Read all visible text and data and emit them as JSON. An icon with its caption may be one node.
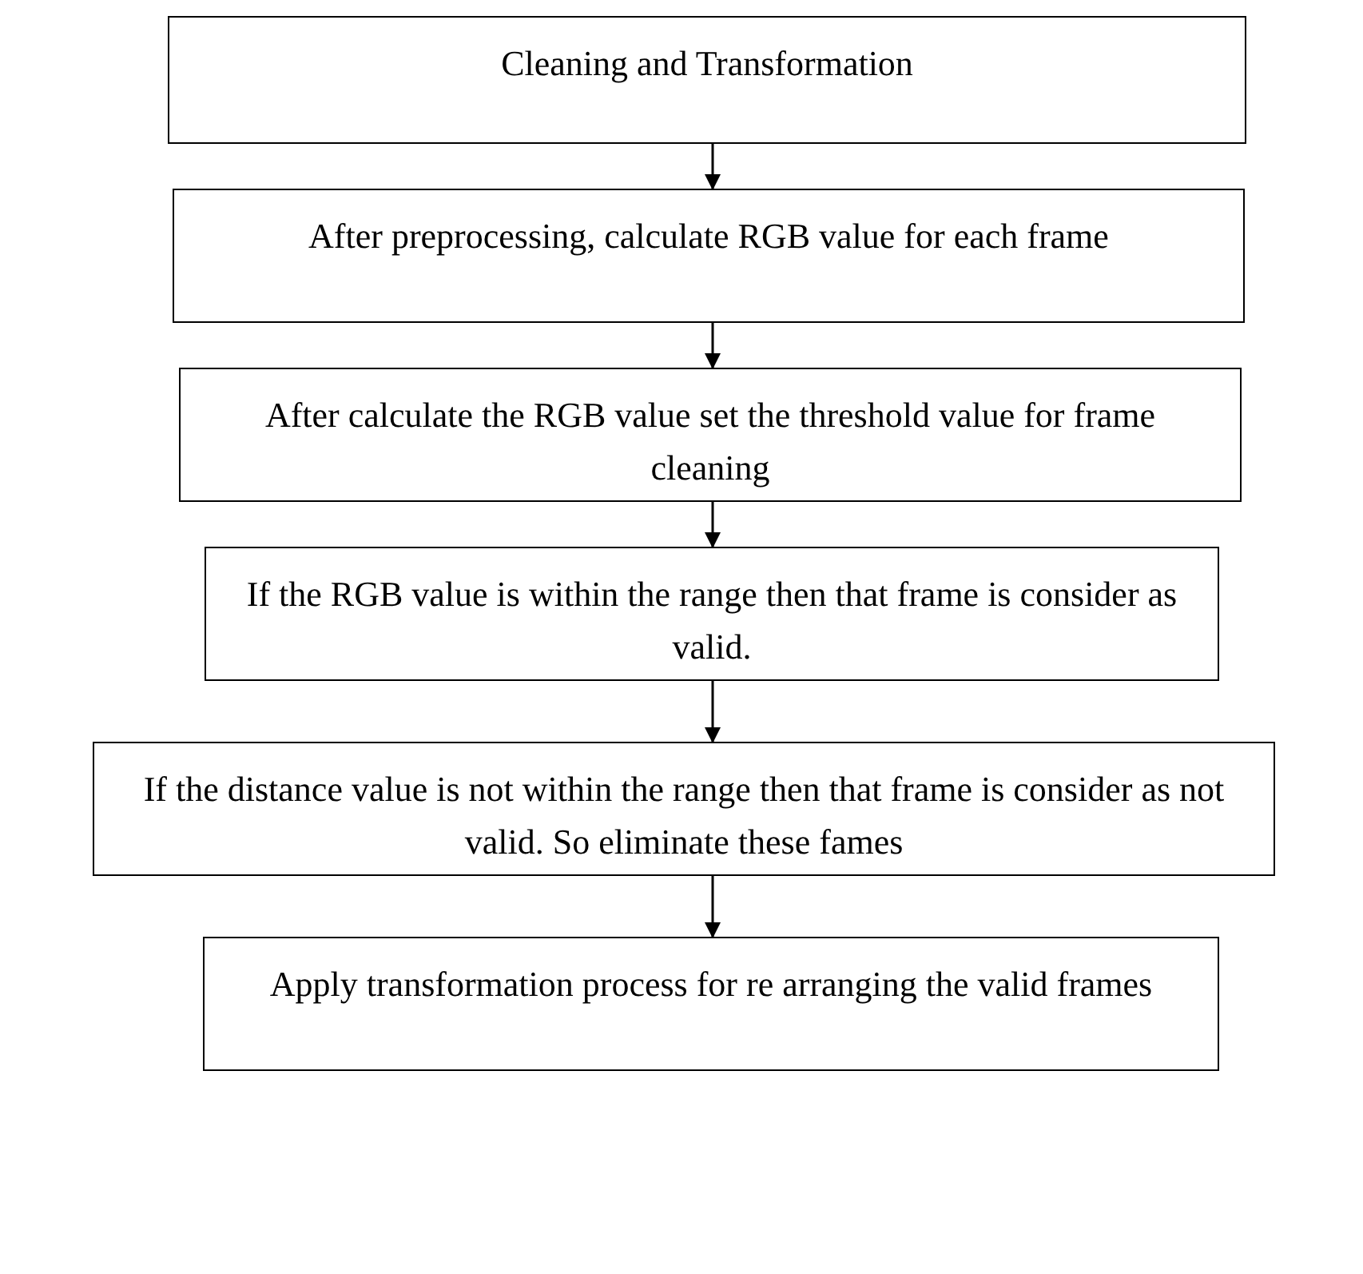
{
  "diagram": {
    "nodes": [
      {
        "text": [
          "Cleaning and Transformation"
        ]
      },
      {
        "text": [
          "After preprocessing, calculate RGB value for each frame"
        ]
      },
      {
        "text": [
          "After calculate the RGB value set the threshold value for frame cleaning"
        ]
      },
      {
        "text": [
          "If the RGB value is within the range then that frame is consider as valid."
        ]
      },
      {
        "text": [
          "If the distance value is not within the range then that frame is consider as not valid. So eliminate these fames"
        ]
      },
      {
        "text": [
          "Apply transformation process for re arranging the valid frames"
        ]
      }
    ],
    "edges": [
      {
        "from": 0,
        "to": 1,
        "arrow": "to"
      },
      {
        "from": 1,
        "to": 2,
        "arrow": "to"
      },
      {
        "from": 2,
        "to": 3,
        "arrow": "to"
      },
      {
        "from": 3,
        "to": 4,
        "arrow": "to"
      },
      {
        "from": 4,
        "to": 5,
        "arrow": "to"
      }
    ]
  }
}
